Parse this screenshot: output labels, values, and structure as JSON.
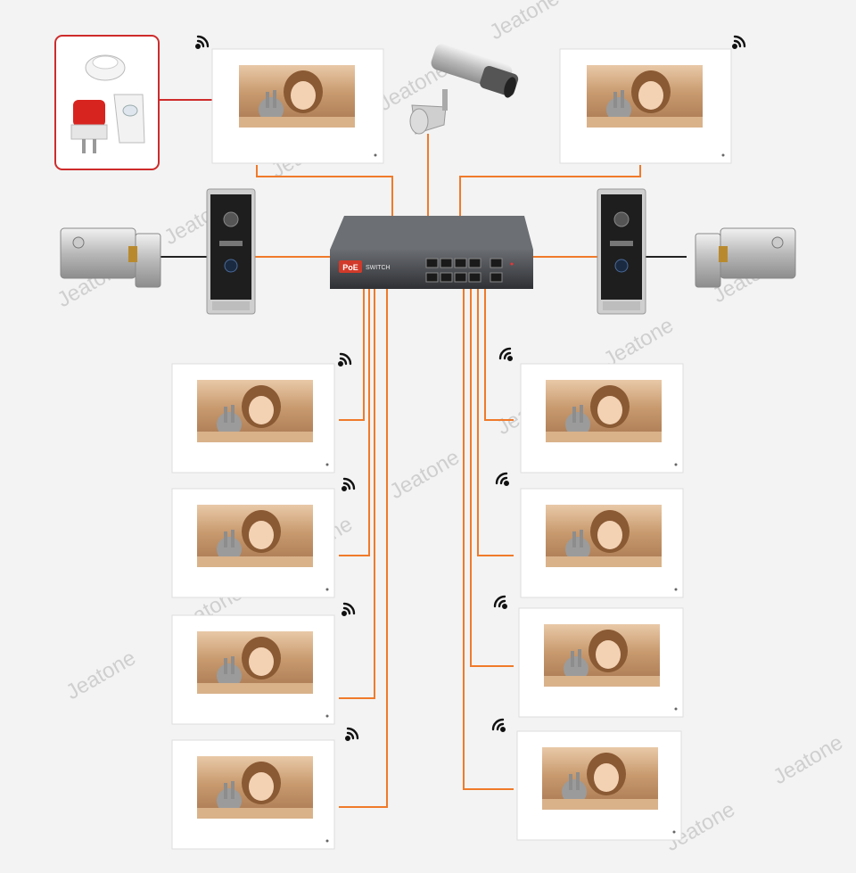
{
  "watermark_text": "Jeatone",
  "switch": {
    "badge": "PoE",
    "label": "SWITCH"
  },
  "colors": {
    "wire": "#f07a2a",
    "lock_wire": "#222222",
    "alarm_border": "#cf2b2b",
    "monitor_frame": "#ffffff",
    "background": "#f3f3f3"
  },
  "icons": [
    "wifi-icon",
    "smoke-detector-icon",
    "alarm-light-icon",
    "pir-sensor-icon",
    "cctv-camera-icon",
    "door-station-icon",
    "electric-lock-icon",
    "poe-switch-icon"
  ]
}
